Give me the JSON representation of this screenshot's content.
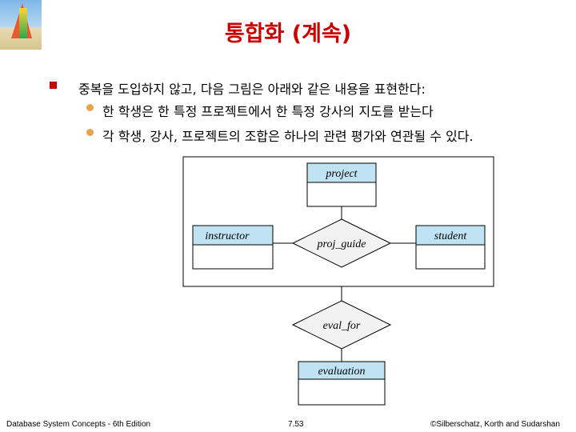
{
  "title": "통합화 (계속)",
  "bullets": {
    "main": "중복을 도입하지 않고, 다음 그림은 아래와 같은 내용을 표현한다:",
    "sub1": "한 학생은 한 특정 프로젝트에서 한 특정 강사의 지도를 받는다",
    "sub2": "각 학생, 강사, 프로젝트의 조합은 하나의 관련 평가와 연관될 수 있다."
  },
  "diagram": {
    "entity_project": "project",
    "entity_instructor": "instructor",
    "entity_student": "student",
    "entity_evaluation": "evaluation",
    "relationship_proj_guide": "proj_guide",
    "relationship_eval_for": "eval_for"
  },
  "footer": {
    "left": "Database System Concepts - 6th Edition",
    "center": "7.53",
    "right": "©Silberschatz, Korth and Sudarshan"
  },
  "colors": {
    "title": "#cc0000",
    "entity_header": "#bfe3f2",
    "bullet_square": "#cc0000",
    "bullet_dot": "#e8a24a"
  }
}
